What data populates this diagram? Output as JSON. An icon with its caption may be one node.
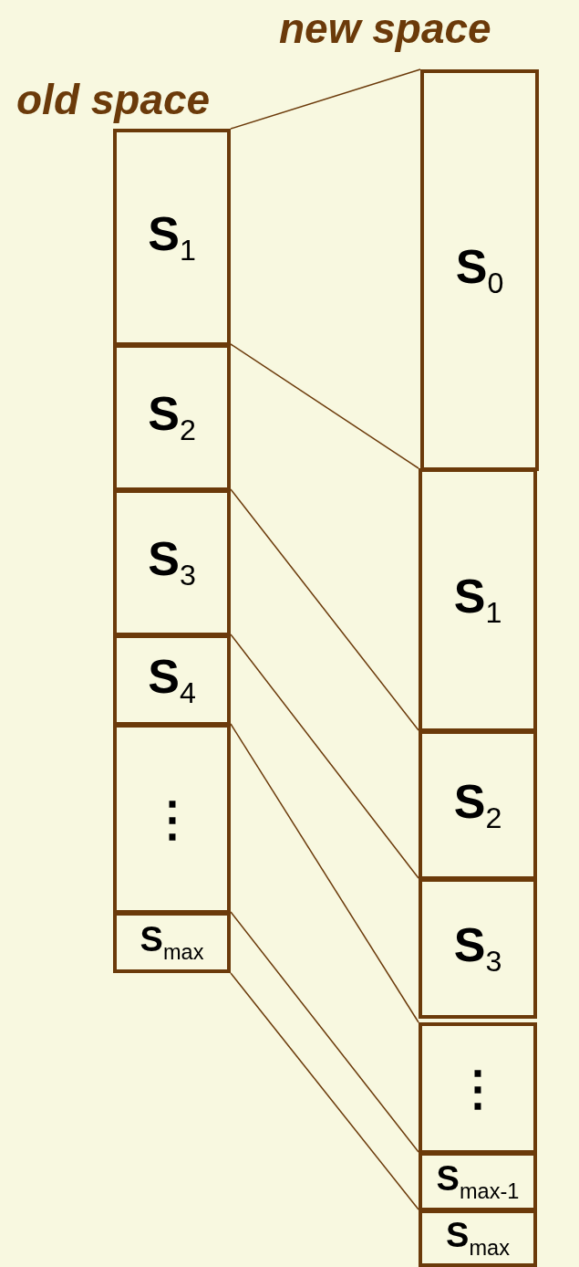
{
  "diagram": {
    "nodes": [
      {
        "text": [
          "S$_{1}$"
        ]
      },
      {
        "text": [
          "S$_{2}$"
        ]
      },
      {
        "text": [
          "S$_{3}$"
        ]
      },
      {
        "text": [
          "S$_{4}$"
        ]
      },
      {
        "text": [
          "⋮"
        ]
      },
      {
        "text": [
          "S$_{max}$"
        ]
      },
      {
        "text": [
          "S$_{0}$"
        ]
      },
      {
        "text": [
          "S$_{1}$"
        ]
      },
      {
        "text": [
          "S$_{2}$"
        ]
      },
      {
        "text": [
          "S$_{3}$"
        ]
      },
      {
        "text": [
          "⋮"
        ]
      },
      {
        "text": [
          "S$_{max-1}$"
        ]
      },
      {
        "text": [
          "S$_{max}$"
        ]
      }
    ],
    "edges": [
      {
        "from": 0,
        "to": 6,
        "arrow": "none"
      },
      {
        "from": 1,
        "to": 7,
        "arrow": "none"
      },
      {
        "from": 2,
        "to": 8,
        "arrow": "none"
      },
      {
        "from": 3,
        "to": 9,
        "arrow": "none"
      },
      {
        "from": 4,
        "to": 10,
        "arrow": "none"
      },
      {
        "from": 5,
        "to": 11,
        "arrow": "none"
      },
      {
        "from": 5,
        "to": 12,
        "arrow": "none"
      }
    ],
    "labels": [
      "new space",
      "old space"
    ]
  }
}
